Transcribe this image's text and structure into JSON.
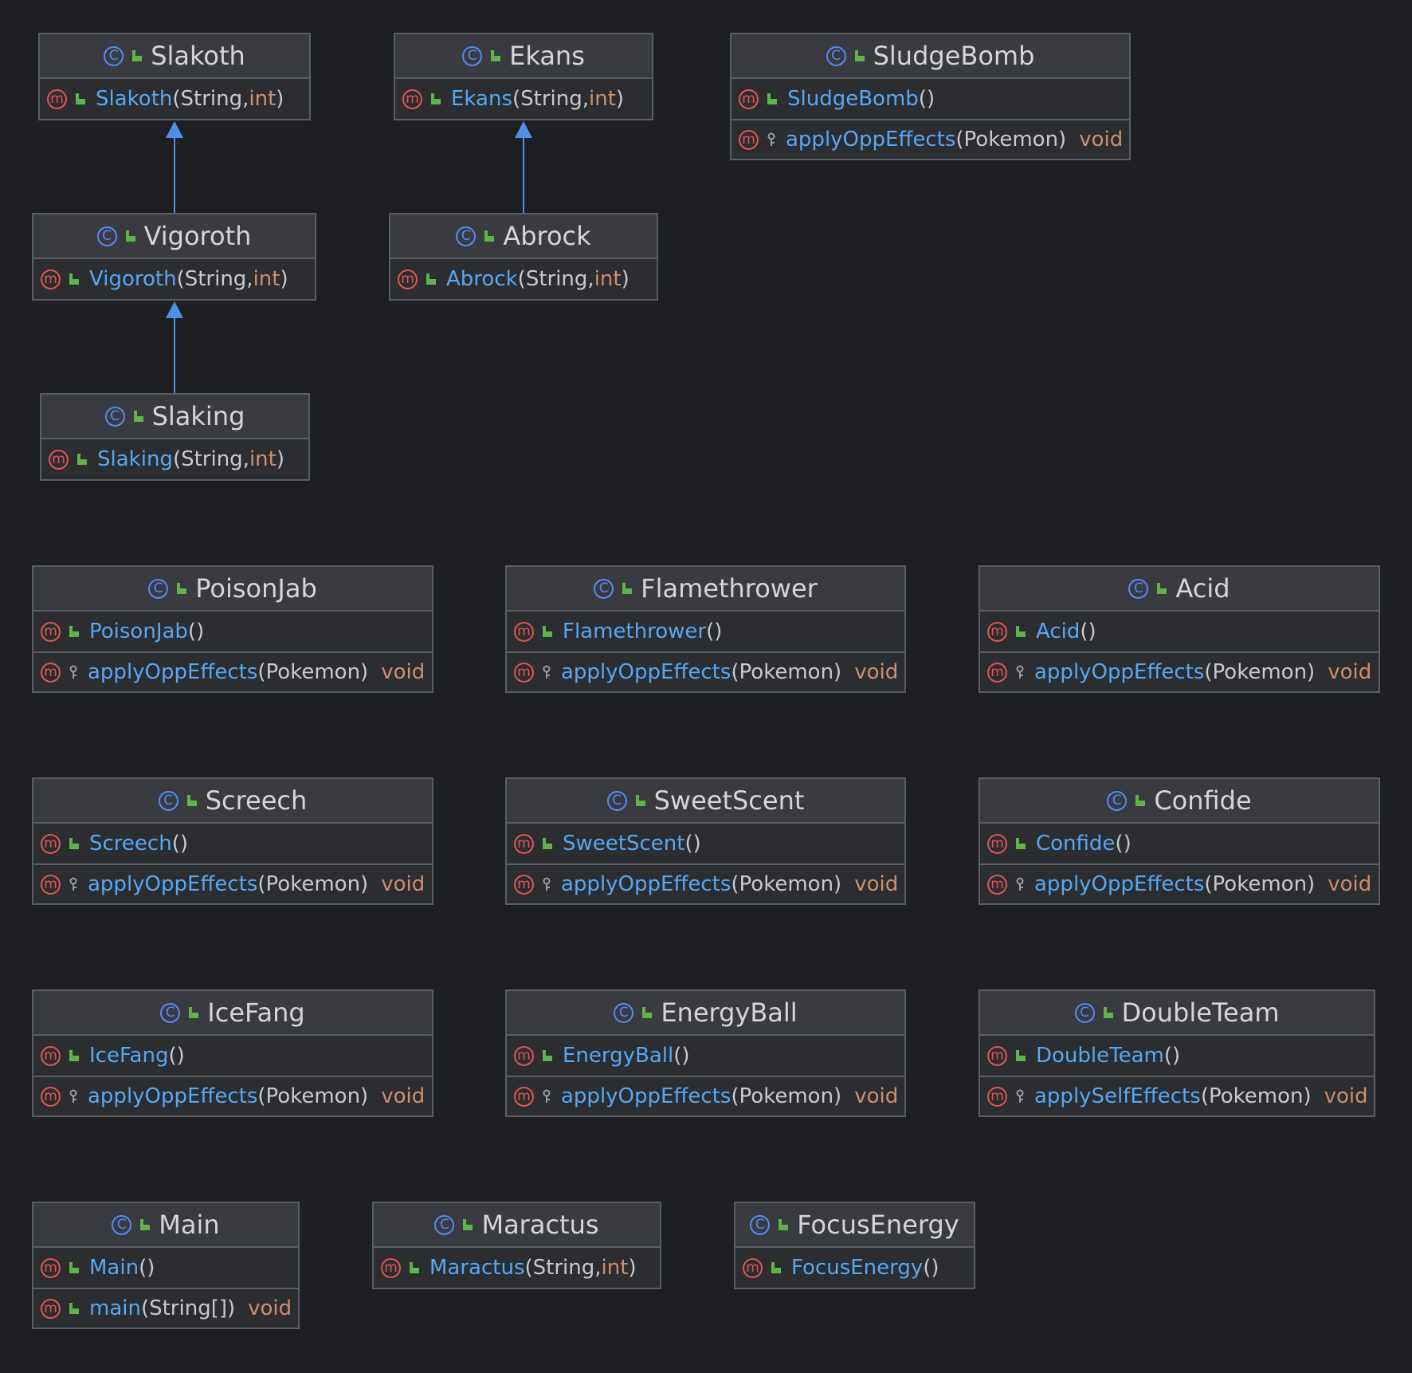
{
  "colors": {
    "background": "#1e1f22",
    "node_fill": "#2b2d30",
    "node_border": "#5a5d63",
    "class_icon": "#548af7",
    "method_icon": "#e05555",
    "method_name": "#56a8f5",
    "type_keyword": "#cf8e6d",
    "text": "#c8cacf",
    "arrow": "#4f8fe8",
    "public_icon": "#5fb34a"
  },
  "icons": {
    "class": "C",
    "method": "m"
  },
  "classes": [
    {
      "name": "Slakoth",
      "members": [
        {
          "name": "Slakoth",
          "params": "(String, ",
          "param_type": "int",
          "params_end": ")",
          "vis": "public"
        }
      ]
    },
    {
      "name": "Ekans",
      "members": [
        {
          "name": "Ekans",
          "params": "(String, ",
          "param_type": "int",
          "params_end": ")",
          "vis": "public"
        }
      ]
    },
    {
      "name": "SludgeBomb",
      "members": [
        {
          "name": "SludgeBomb",
          "params": "()",
          "vis": "public"
        },
        {
          "name": "applyOppEffects",
          "params": "(Pokemon)",
          "type": "void",
          "vis": "private"
        }
      ]
    },
    {
      "name": "Vigoroth",
      "members": [
        {
          "name": "Vigoroth",
          "params": "(String, ",
          "param_type": "int",
          "params_end": ")",
          "vis": "public"
        }
      ]
    },
    {
      "name": "Abrock",
      "members": [
        {
          "name": "Abrock",
          "params": "(String, ",
          "param_type": "int",
          "params_end": ")",
          "vis": "public"
        }
      ]
    },
    {
      "name": "Slaking",
      "members": [
        {
          "name": "Slaking",
          "params": "(String, ",
          "param_type": "int",
          "params_end": ")",
          "vis": "public"
        }
      ]
    },
    {
      "name": "PoisonJab",
      "members": [
        {
          "name": "PoisonJab",
          "params": "()",
          "vis": "public"
        },
        {
          "name": "applyOppEffects",
          "params": "(Pokemon)",
          "type": "void",
          "vis": "private"
        }
      ]
    },
    {
      "name": "Flamethrower",
      "members": [
        {
          "name": "Flamethrower",
          "params": "()",
          "vis": "public"
        },
        {
          "name": "applyOppEffects",
          "params": "(Pokemon)",
          "type": "void",
          "vis": "private"
        }
      ]
    },
    {
      "name": "Acid",
      "members": [
        {
          "name": "Acid",
          "params": "()",
          "vis": "public"
        },
        {
          "name": "applyOppEffects",
          "params": "(Pokemon)",
          "type": "void",
          "vis": "private"
        }
      ]
    },
    {
      "name": "Screech",
      "members": [
        {
          "name": "Screech",
          "params": "()",
          "vis": "public"
        },
        {
          "name": "applyOppEffects",
          "params": "(Pokemon)",
          "type": "void",
          "vis": "private"
        }
      ]
    },
    {
      "name": "SweetScent",
      "members": [
        {
          "name": "SweetScent",
          "params": "()",
          "vis": "public"
        },
        {
          "name": "applyOppEffects",
          "params": "(Pokemon)",
          "type": "void",
          "vis": "private"
        }
      ]
    },
    {
      "name": "Confide",
      "members": [
        {
          "name": "Confide",
          "params": "()",
          "vis": "public"
        },
        {
          "name": "applyOppEffects",
          "params": "(Pokemon)",
          "type": "void",
          "vis": "private"
        }
      ]
    },
    {
      "name": "IceFang",
      "members": [
        {
          "name": "IceFang",
          "params": "()",
          "vis": "public"
        },
        {
          "name": "applyOppEffects",
          "params": "(Pokemon)",
          "type": "void",
          "vis": "private"
        }
      ]
    },
    {
      "name": "EnergyBall",
      "members": [
        {
          "name": "EnergyBall",
          "params": "()",
          "vis": "public"
        },
        {
          "name": "applyOppEffects",
          "params": "(Pokemon)",
          "type": "void",
          "vis": "private"
        }
      ]
    },
    {
      "name": "DoubleTeam",
      "members": [
        {
          "name": "DoubleTeam",
          "params": "()",
          "vis": "public"
        },
        {
          "name": "applySelfEffects",
          "params": "(Pokemon)",
          "type": "void",
          "vis": "private"
        }
      ]
    },
    {
      "name": "Main",
      "members": [
        {
          "name": "Main",
          "params": "()",
          "vis": "public"
        },
        {
          "name": "main",
          "params": "(String[])",
          "type": "void",
          "vis": "public"
        }
      ]
    },
    {
      "name": "Maractus",
      "members": [
        {
          "name": "Maractus",
          "params": "(String, ",
          "param_type": "int",
          "params_end": ")",
          "vis": "public"
        }
      ]
    },
    {
      "name": "FocusEnergy",
      "members": [
        {
          "name": "FocusEnergy",
          "params": "()",
          "vis": "public"
        }
      ]
    }
  ],
  "inheritance": [
    {
      "child": "Vigoroth",
      "parent": "Slakoth"
    },
    {
      "child": "Slaking",
      "parent": "Vigoroth"
    },
    {
      "child": "Abrock",
      "parent": "Ekans"
    }
  ]
}
